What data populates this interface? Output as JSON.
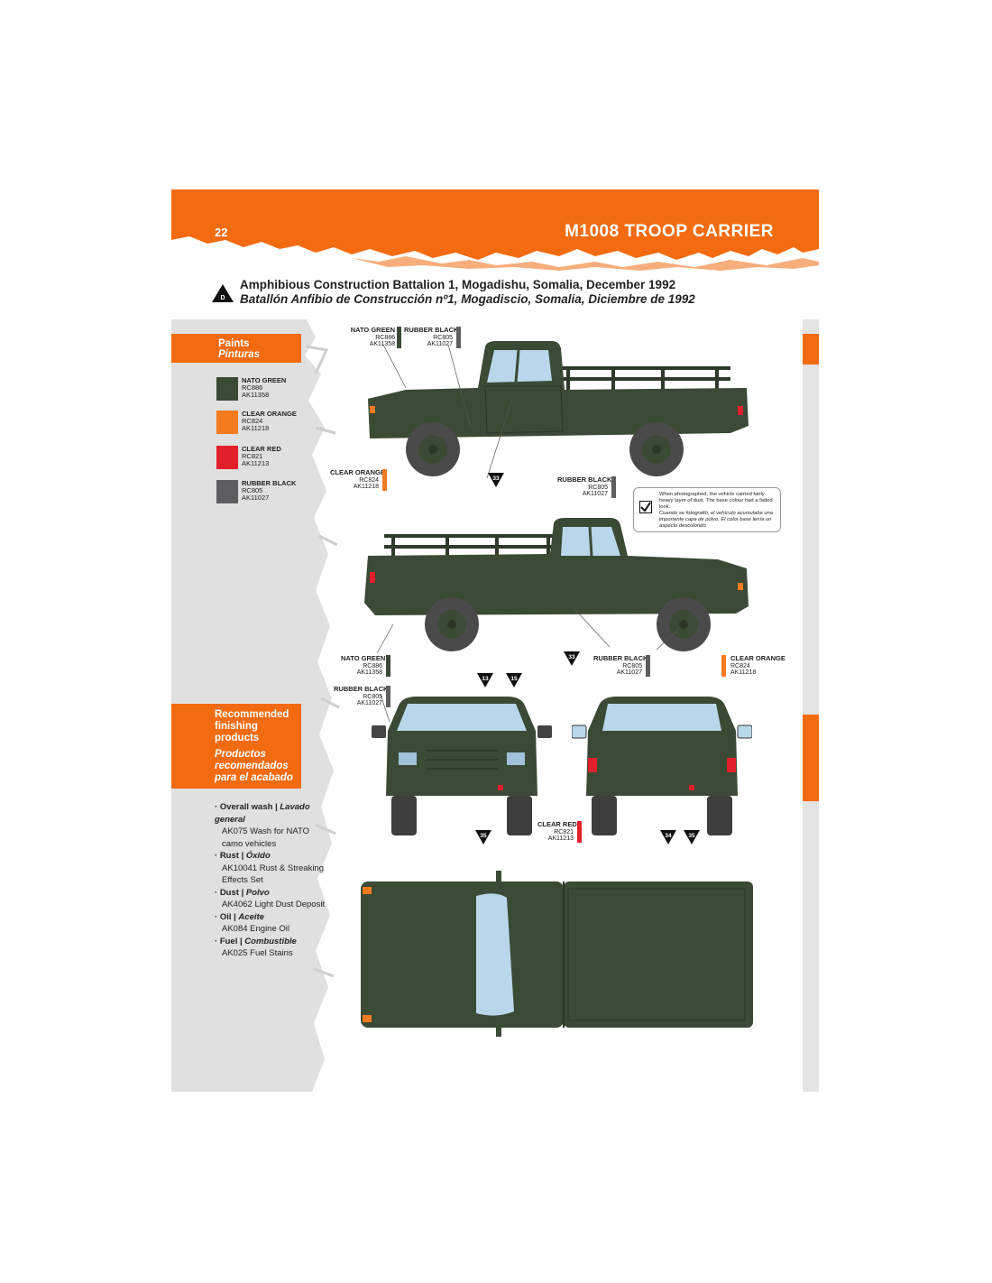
{
  "header": {
    "page_number": "22",
    "title": "M1008 TROOP CARRIER"
  },
  "scheme": {
    "badge": "D",
    "title_en": "Amphibious Construction Battalion 1, Mogadishu, Somalia, December 1992",
    "title_es": "Batallón Anfibio de Construcción nº1, Mogadiscio, Somalia, Diciembre de 1992"
  },
  "paints": {
    "heading_en": "Paints",
    "heading_es": "Pinturas",
    "items": [
      {
        "name": "NATO GREEN",
        "rc": "RC886",
        "ak": "AK11358",
        "color": "#3b4a35"
      },
      {
        "name": "CLEAR ORANGE",
        "rc": "RC824",
        "ak": "AK11218",
        "color": "#f47b20"
      },
      {
        "name": "CLEAR RED",
        "rc": "RC821",
        "ak": "AK11213",
        "color": "#e2202a"
      },
      {
        "name": "RUBBER BLACK",
        "rc": "RC805",
        "ak": "AK11027",
        "color": "#5e5e60"
      }
    ]
  },
  "finishing": {
    "heading_en": "Recommended finishing products",
    "heading_es": "Productos recomendados para el acabado",
    "items": [
      {
        "title_en": "Overall wash",
        "title_es": "Lavado general",
        "product": "AK075 Wash for NATO camo vehicles"
      },
      {
        "title_en": "Rust",
        "title_es": "Óxido",
        "product": "AK10041 Rust & Streaking Effects Set"
      },
      {
        "title_en": "Dust",
        "title_es": "Polvo",
        "product": "AK4062 Light Dust Deposit"
      },
      {
        "title_en": "Oil",
        "title_es": "Aceite",
        "product": "AK084 Engine Oil"
      },
      {
        "title_en": "Fuel",
        "title_es": "Combustible",
        "product": "AK025 Fuel Stains"
      }
    ]
  },
  "callouts": {
    "top_nato_green": {
      "name": "NATO GREEN",
      "rc": "RC886",
      "ak": "AK11358"
    },
    "top_rubber_black": {
      "name": "RUBBER BLACK",
      "rc": "RC805",
      "ak": "AK11027"
    },
    "top_clear_orange": {
      "name": "CLEAR ORANGE",
      "rc": "RC824",
      "ak": "AK11218"
    },
    "top_rubber_black_2": {
      "name": "RUBBER BLACK",
      "rc": "RC805",
      "ak": "AK11027"
    },
    "mid_nato_green": {
      "name": "NATO GREEN",
      "rc": "RC886",
      "ak": "AK11358"
    },
    "mid_rubber_black": {
      "name": "RUBBER BLACK",
      "rc": "RC805",
      "ak": "AK11027"
    },
    "mid_clear_orange": {
      "name": "CLEAR ORANGE",
      "rc": "RC824",
      "ak": "AK11218"
    },
    "front_rubber_black": {
      "name": "RUBBER BLACK",
      "rc": "RC805",
      "ak": "AK11027"
    },
    "rear_clear_red": {
      "name": "CLEAR RED",
      "rc": "RC821",
      "ak": "AK11213"
    }
  },
  "markers": [
    "33",
    "33",
    "13",
    "15",
    "35",
    "34",
    "35"
  ],
  "note": {
    "en": "When photographed, the vehicle carried fairly heavy layer of dust. The base colour had a faded look.",
    "es": "Cuando se fotografió, el vehículo acumulaba una importante capa de polvo. El color base tenía un aspecto descolorido."
  },
  "colors": {
    "accent": "#f36b10",
    "truck_green": "#3b4a35",
    "sidebar_grey": "#e3e3e3"
  }
}
